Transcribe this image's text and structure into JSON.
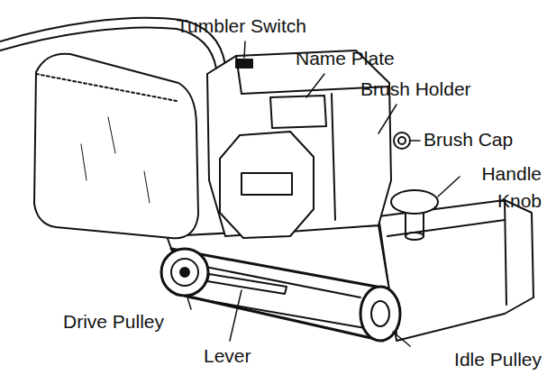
{
  "diagram": {
    "labels": [
      "Tumbler Switch",
      "Name Plate",
      "Brush Holder",
      "Brush Cap",
      "Handle Knob",
      "Drive Pulley",
      "Lever",
      "Idle Pulley"
    ]
  }
}
